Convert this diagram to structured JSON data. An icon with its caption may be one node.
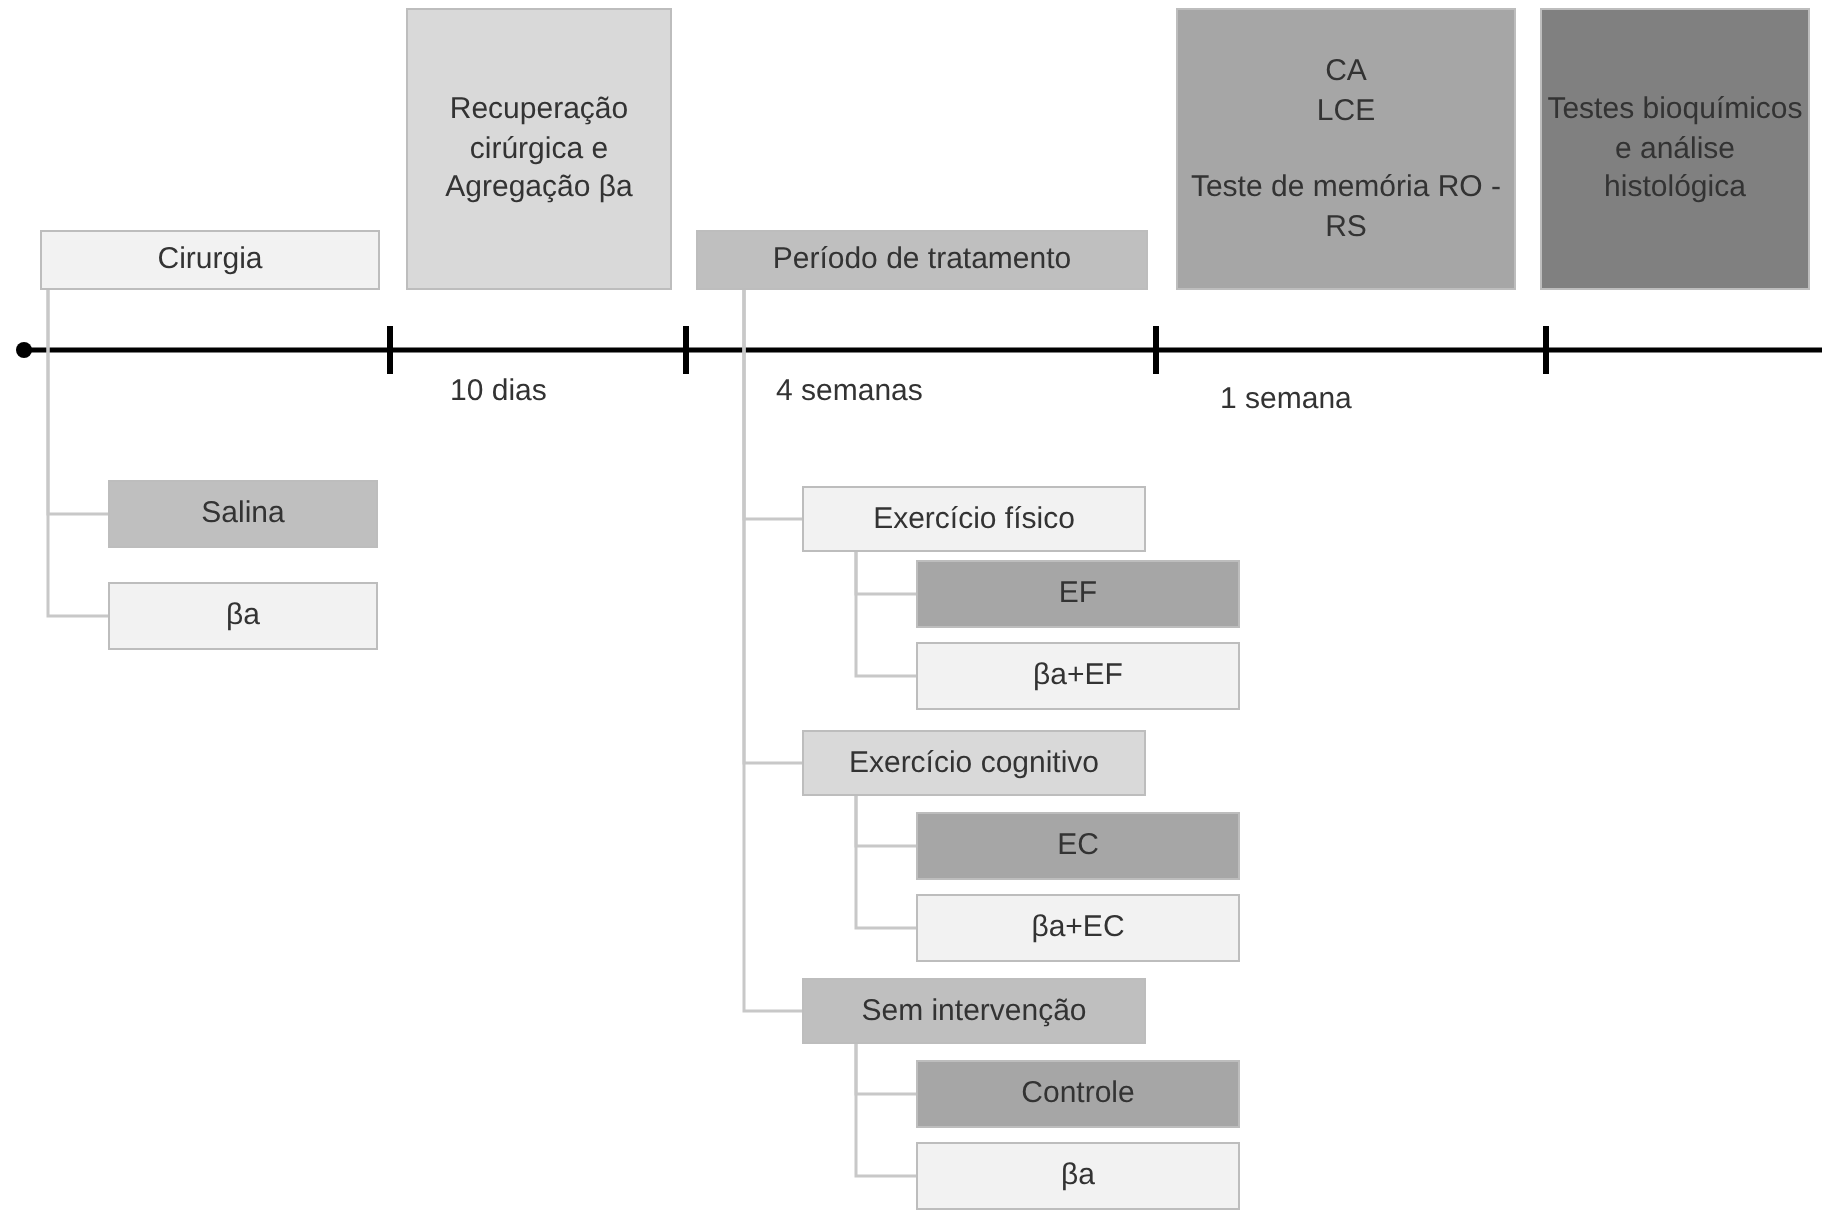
{
  "diagram": {
    "nodes": [
      {
        "text": [
          "Cirurgia"
        ]
      },
      {
        "text": [
          "Recuperação cirúrgica e Agregação βa"
        ]
      },
      {
        "text": [
          "Período de tratamento"
        ]
      },
      {
        "text": [
          "CA",
          "LCE",
          "Teste de memória RO - RS"
        ]
      },
      {
        "text": [
          "Testes bioquímicos e análise histológica"
        ]
      },
      {
        "text": [
          "Salina"
        ]
      },
      {
        "text": [
          "βa"
        ]
      },
      {
        "text": [
          "Exercício físico"
        ]
      },
      {
        "text": [
          "EF"
        ]
      },
      {
        "text": [
          "βa+EF"
        ]
      },
      {
        "text": [
          "Exercício cognitivo"
        ]
      },
      {
        "text": [
          "EC"
        ]
      },
      {
        "text": [
          "βa+EC"
        ]
      },
      {
        "text": [
          "Sem intervenção"
        ]
      },
      {
        "text": [
          "Controle"
        ]
      },
      {
        "text": [
          "βa"
        ]
      }
    ],
    "edges": [
      {
        "from": 0,
        "to": 5,
        "arrow": "none"
      },
      {
        "from": 0,
        "to": 6,
        "arrow": "none"
      },
      {
        "from": 2,
        "to": 7,
        "arrow": "none"
      },
      {
        "from": 2,
        "to": 10,
        "arrow": "none"
      },
      {
        "from": 2,
        "to": 13,
        "arrow": "none"
      },
      {
        "from": 7,
        "to": 8,
        "arrow": "none"
      },
      {
        "from": 7,
        "to": 9,
        "arrow": "none"
      },
      {
        "from": 10,
        "to": 11,
        "arrow": "none"
      },
      {
        "from": 10,
        "to": 12,
        "arrow": "none"
      },
      {
        "from": 13,
        "to": 14,
        "arrow": "none"
      },
      {
        "from": 13,
        "to": 15,
        "arrow": "none"
      }
    ],
    "labels": [
      "10 dias",
      "4 semanas",
      "1 semana"
    ]
  }
}
